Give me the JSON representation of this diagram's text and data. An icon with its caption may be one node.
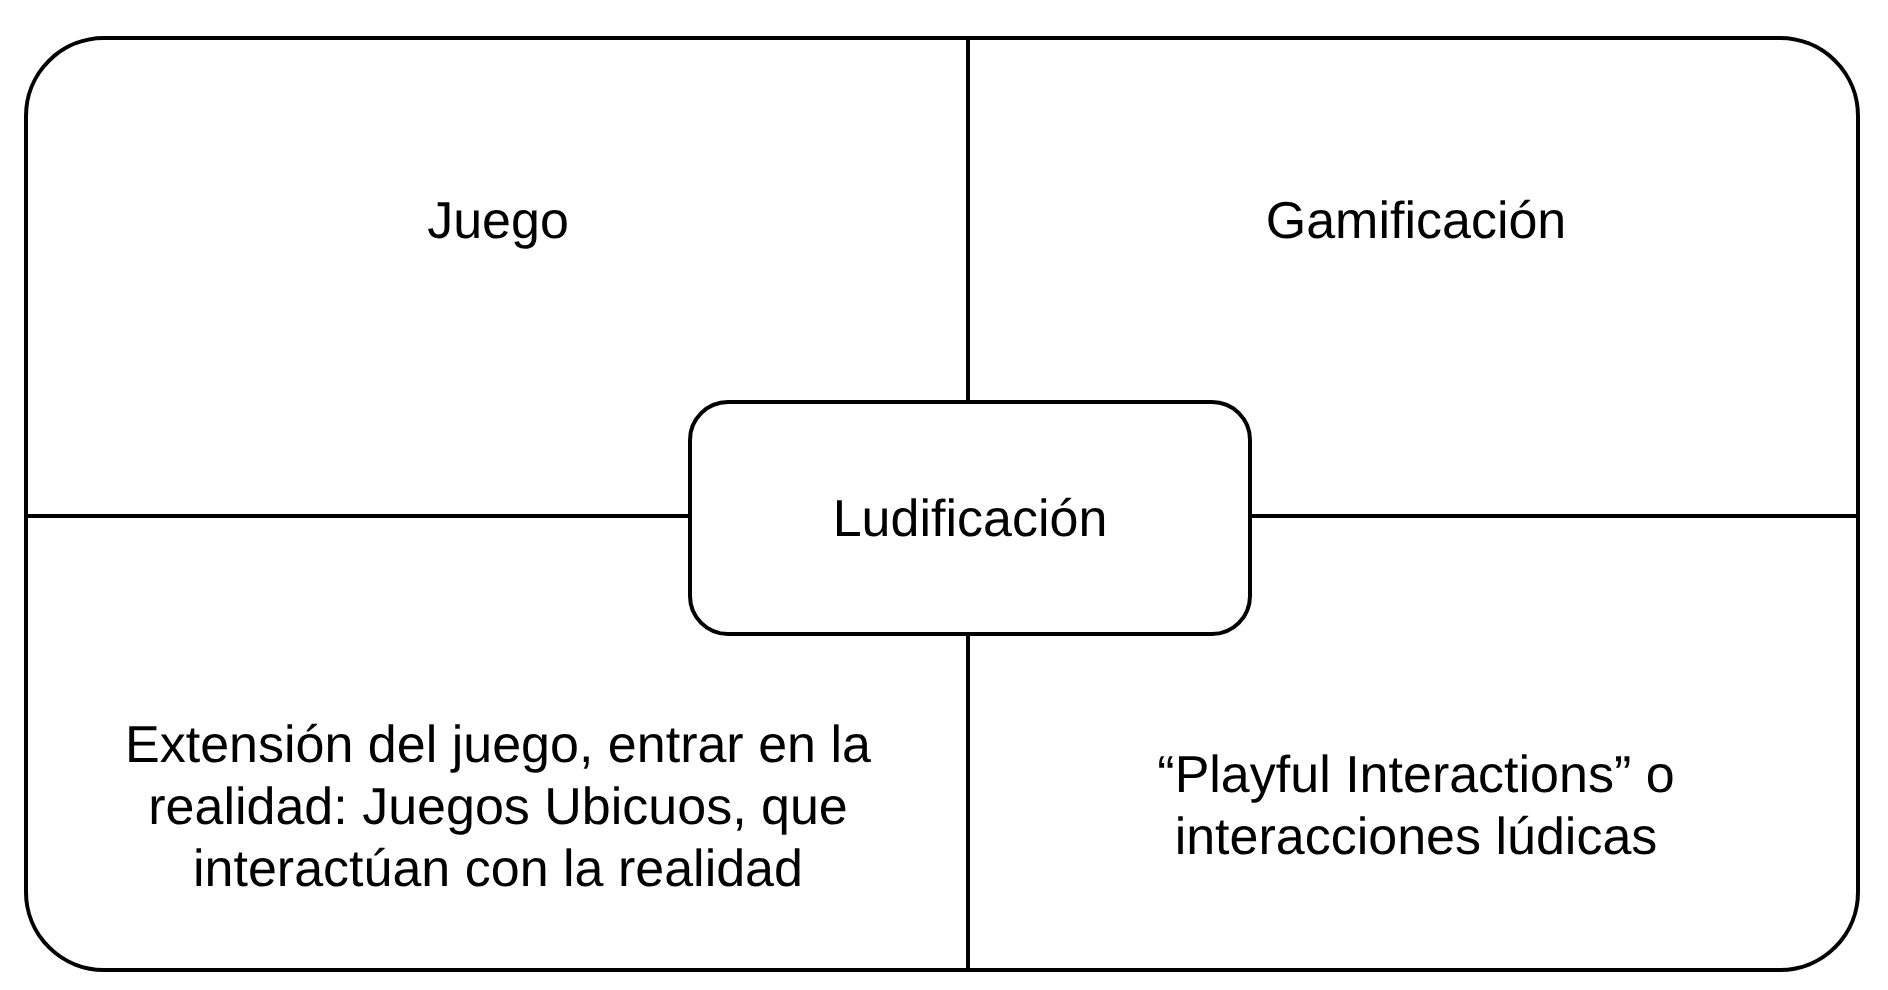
{
  "diagram": {
    "nodes": [
      {
        "text": [],
        "shape": "box"
      },
      {
        "text": [
          "Juego"
        ],
        "in": 0
      },
      {
        "text": [
          "Gamificación"
        ],
        "in": 0
      },
      {
        "text": [
          "Extensión del juego, entrar en la realidad: Juegos Ubicuos, que interactúan con la realidad"
        ],
        "in": 0
      },
      {
        "text": [
          "“Playful Interactions” o interacciones lúdicas"
        ],
        "in": 0
      },
      {
        "text": [
          "Ludificación"
        ],
        "in": 0
      }
    ]
  }
}
